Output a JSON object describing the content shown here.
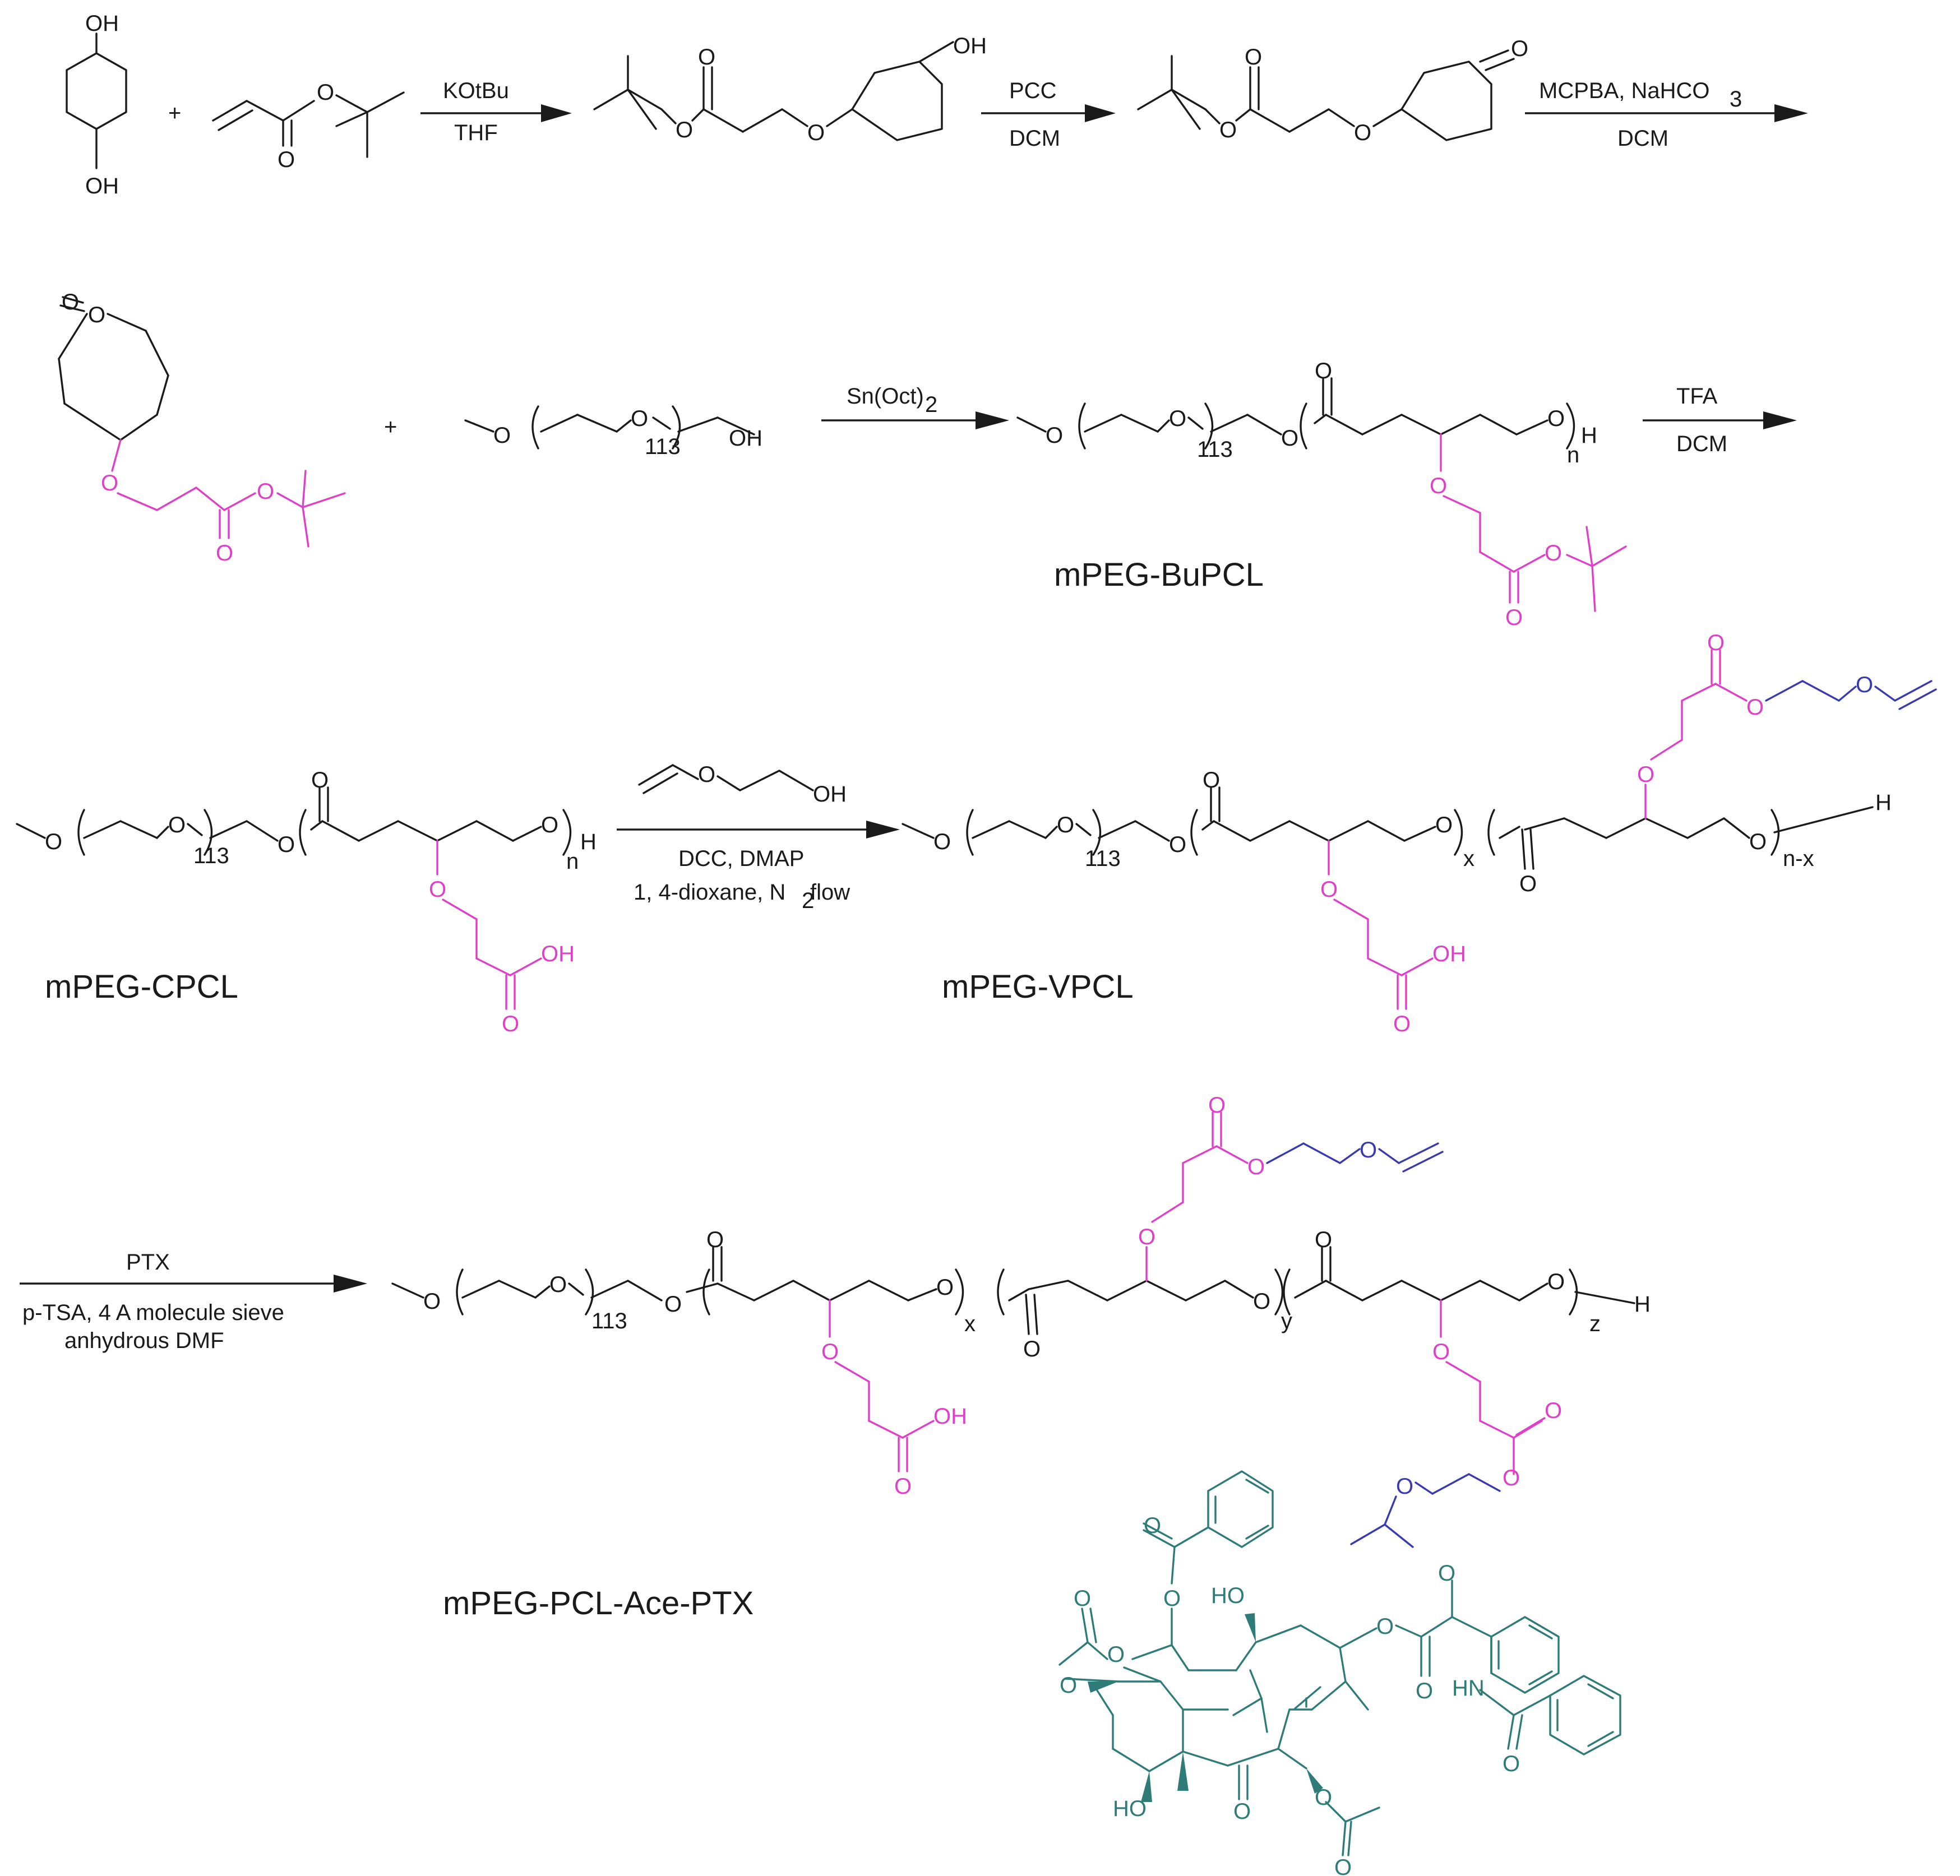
{
  "atoms": {
    "oh": "OH",
    "o": "O",
    "h": "H",
    "hn": "HN",
    "ho": "HO",
    "plus": "+"
  },
  "reagents": {
    "step1_top": "KOtBu",
    "step1_bottom": "THF",
    "step2_top": "PCC",
    "step2_bottom": "DCM",
    "step3_top": "MCPBA, NaHCO",
    "step3_top_sub": "3",
    "step3_bottom": "DCM",
    "step4_top": "Sn(Oct)",
    "step4_top_sub": "2",
    "step5_top": "TFA",
    "step5_bottom": "DCM",
    "step6_line1": "DCC, DMAP",
    "step6_line2": "1, 4-dioxane, N",
    "step6_line2_sub": "2",
    "step6_line2_end": " flow",
    "step7_top": "PTX",
    "step7_line1": "p-TSA, 4 A molecule sieve",
    "step7_line2": "anhydrous DMF"
  },
  "subscripts": {
    "peg": "113",
    "n": "n",
    "x": "x",
    "nx": "n-x",
    "y": "y",
    "z": "z"
  },
  "labels": {
    "bupcl": "mPEG-BuPCL",
    "cpcl": "mPEG-CPCL",
    "vpcl": "mPEG-VPCL",
    "ptx": "mPEG-PCL-Ace-PTX"
  },
  "colors": {
    "black": "#1a1a1a",
    "magenta": "#e040c8",
    "blue": "#3a3ab0",
    "teal": "#2e7b78"
  }
}
